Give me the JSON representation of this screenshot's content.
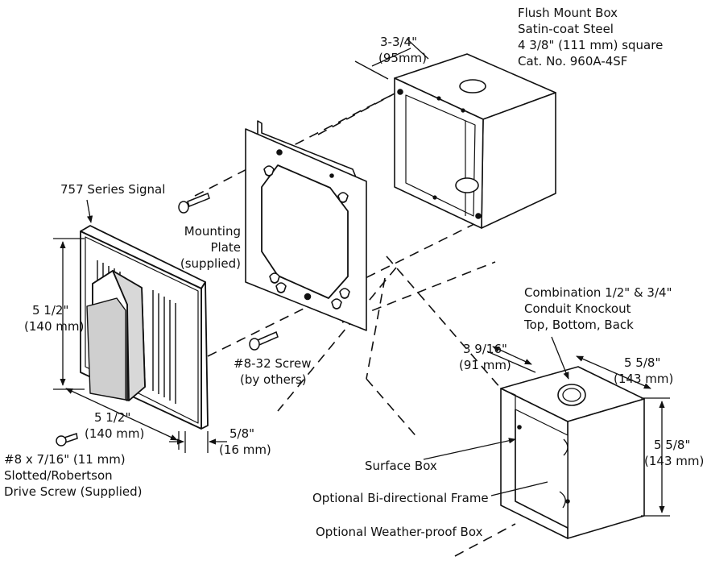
{
  "colors": {
    "ink": "#111111",
    "paper": "#ffffff",
    "shade": "#cfcfcf"
  },
  "labels": {
    "flush_box": [
      "Flush Mount Box",
      "Satin-coat Steel",
      "4 3/8\" (111 mm) square",
      "Cat. No. 960A-4SF"
    ],
    "depth_flush": [
      "3-3/4\"",
      "(95mm)"
    ],
    "signal": "757 Series Signal",
    "mounting_plate": [
      "Mounting",
      "Plate",
      "(supplied)"
    ],
    "height_signal": [
      "5 1/2\"",
      "(140 mm)"
    ],
    "screw_832": [
      "#8-32 Screw",
      "(by others)"
    ],
    "width_signal": [
      "5 1/2\"",
      "(140 mm)"
    ],
    "depth_signal": [
      "5/8\"",
      "(16 mm)"
    ],
    "screw_8": [
      "#8 x 7/16\" (11 mm)",
      "Slotted/Robertson",
      "Drive Screw (Supplied)"
    ],
    "knockout": [
      "Combination 1/2\" & 3/4\"",
      "Conduit Knockout",
      "Top, Bottom, Back"
    ],
    "depth_surface": [
      "3 9/16\"",
      "(91 mm)"
    ],
    "width_surface": [
      "5 5/8\"",
      "(143 mm)"
    ],
    "height_surface": [
      "5 5/8\"",
      "(143 mm)"
    ],
    "surface_box": "Surface Box",
    "bi_frame": "Optional Bi-directional Frame",
    "weather_box": "Optional Weather-proof Box"
  }
}
